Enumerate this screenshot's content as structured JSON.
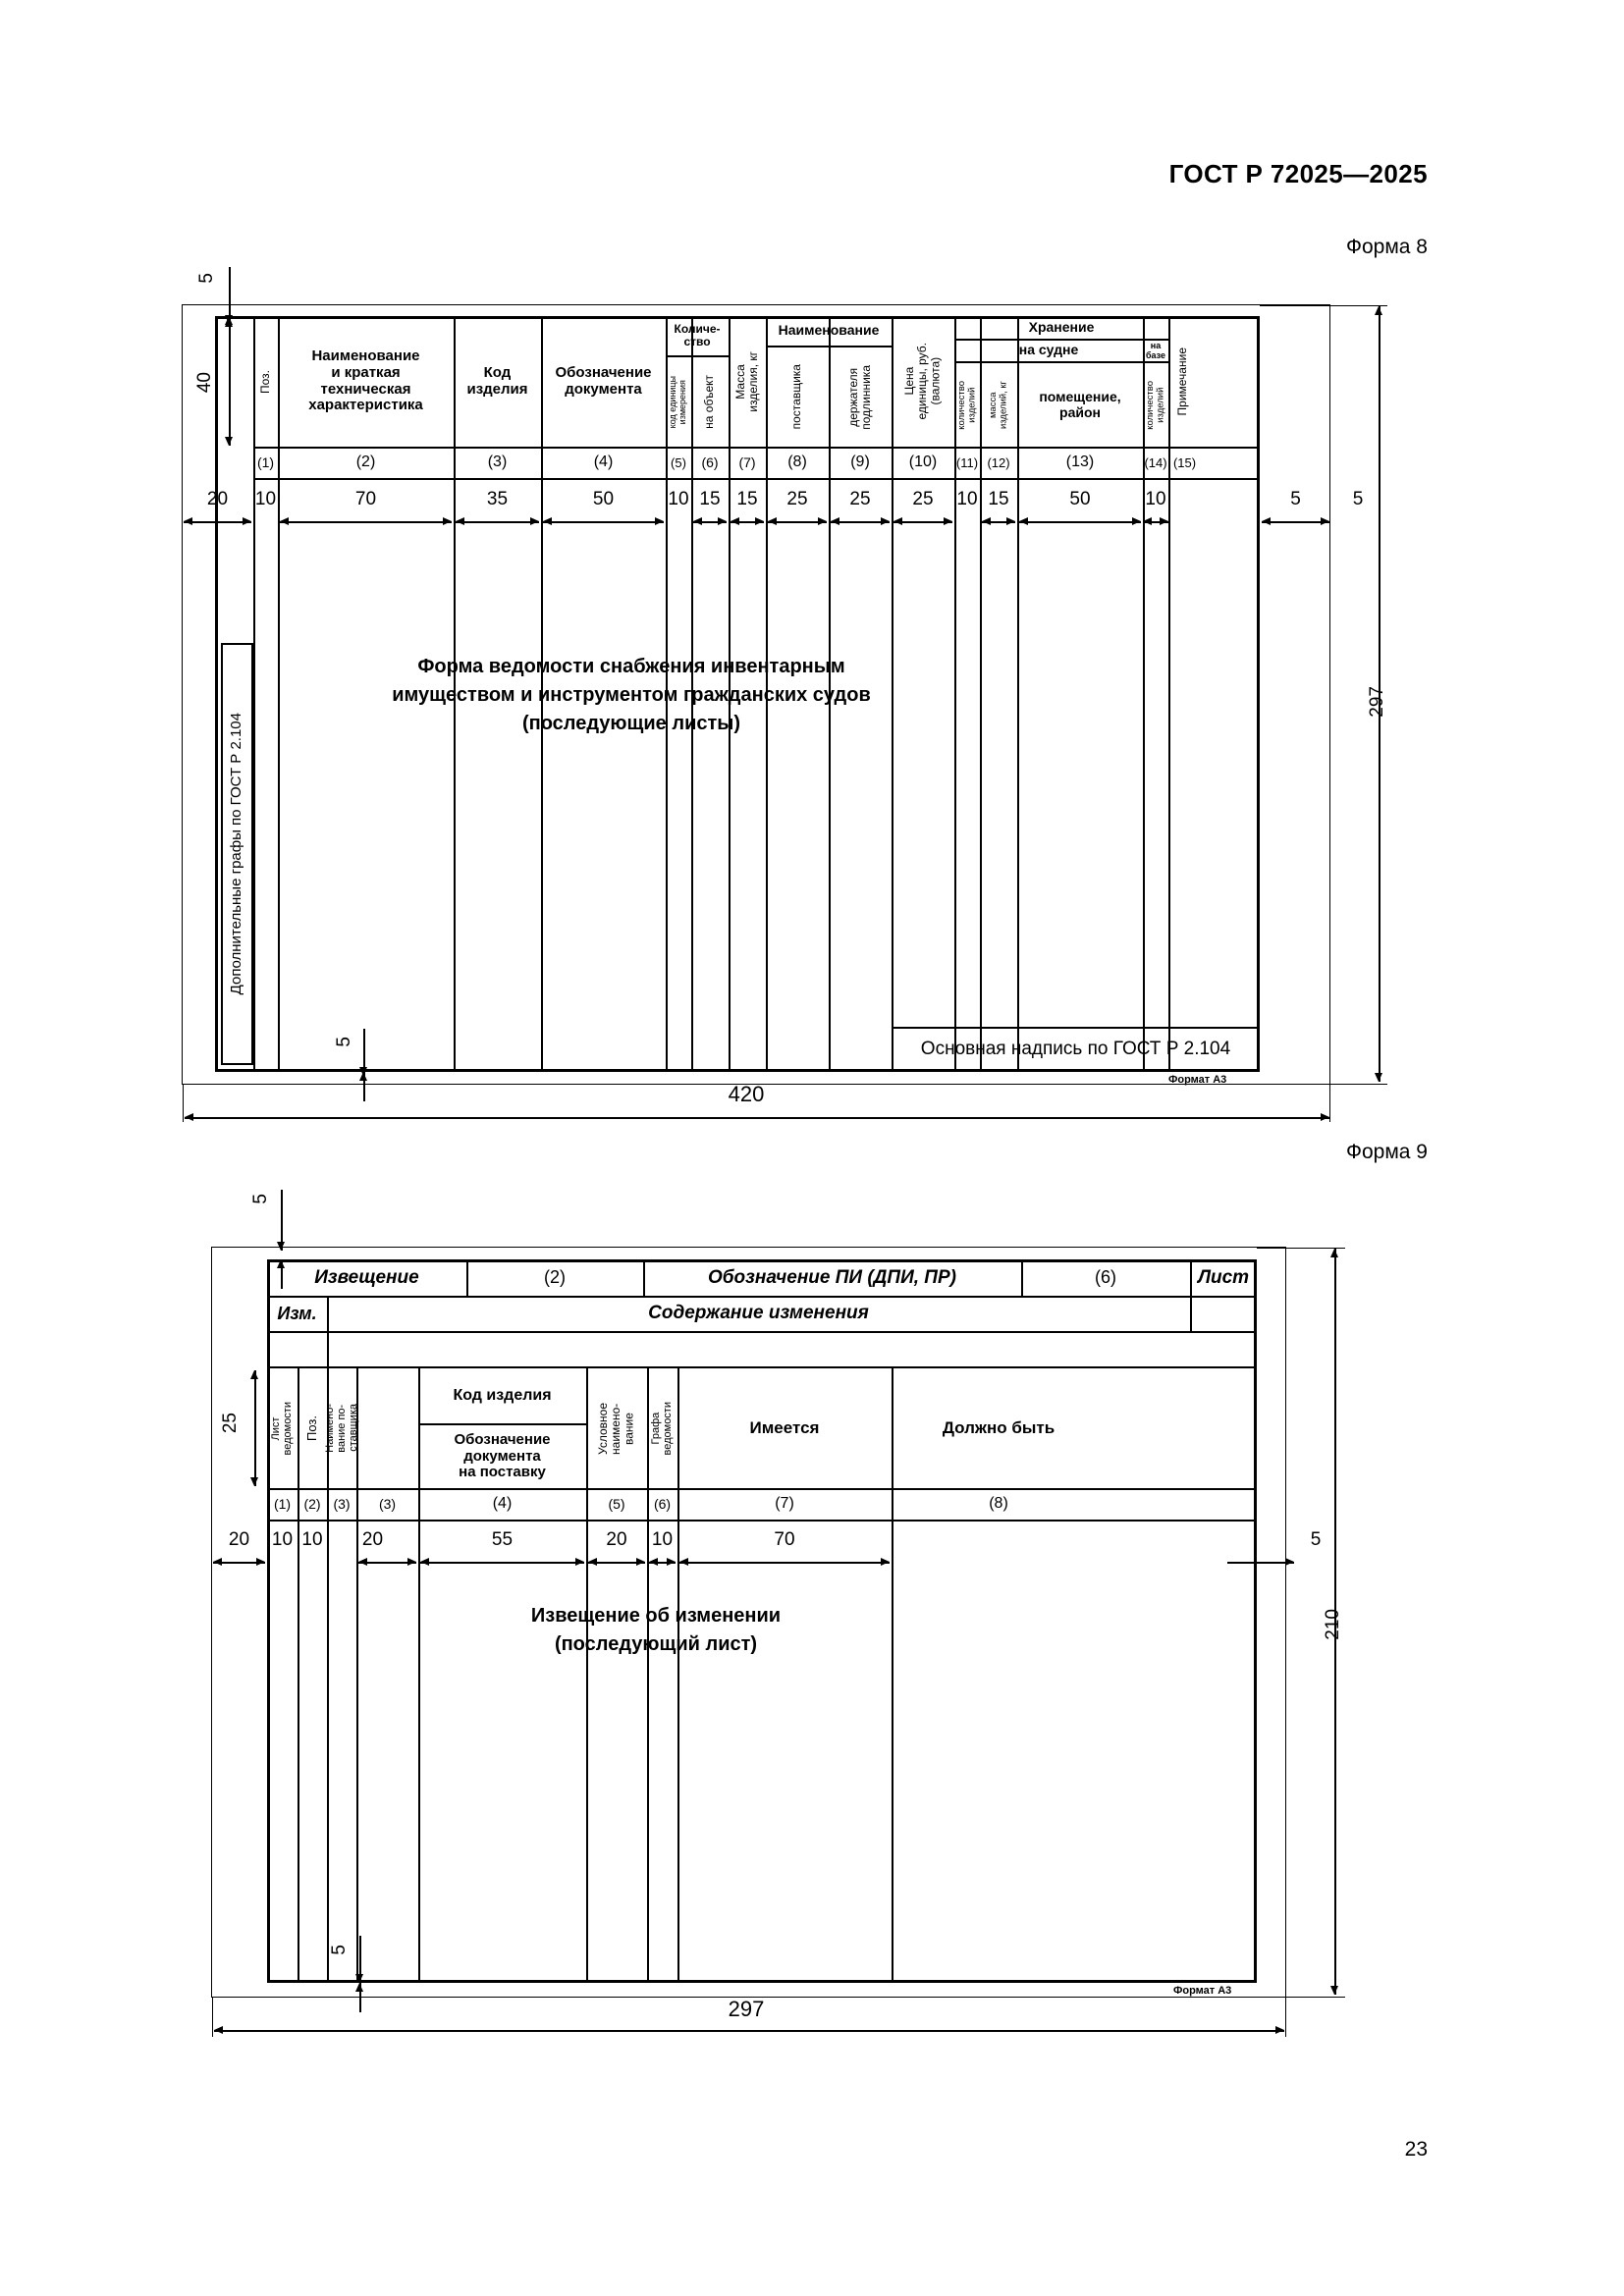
{
  "page": {
    "standard_number": "ГОСТ Р 72025—2025",
    "page_number": "23"
  },
  "form8": {
    "label": "Форма 8",
    "caption": "Форма ведомости снабжения инвентарным\nимуществом и инструментом гражданских судов\n(последующие листы)",
    "side_label": "Дополнительные графы по ГОСТ Р 2.104",
    "title_block_label": "Основная надпись по ГОСТ Р 2.104",
    "sheet_format": "Формат А3",
    "headers": {
      "pos": "Поз.",
      "name_tech": "Наименование\nи краткая\nтехническая\nхарактеристика",
      "product_code": "Код\nизделия",
      "doc_designation": "Обозначение\nдокумента",
      "quantity_group": "Количе-\nство",
      "unit_code": "код единицы\nизмерения",
      "per_object": "на объект",
      "mass": "Масса\nизделия, кг",
      "name_group": "Наименование",
      "supplier": "поставщика",
      "original_holder": "держателя\nподлинника",
      "price": "Цена\nединицы, руб.\n(валюта)",
      "storage_group": "Хранение",
      "on_ship": "на судне",
      "on_base": "на базе",
      "qty_items_ship": "количество\nизделий",
      "mass_items_ship": "масса\nизделий, кг",
      "room_area": "помещение,\nрайон",
      "qty_items_base": "количество\nизделий",
      "remark": "Примечание"
    },
    "column_numbers": [
      "(1)",
      "(2)",
      "(3)",
      "(4)",
      "(5)",
      "(6)",
      "(7)",
      "(8)",
      "(9)",
      "(10)",
      "(11)",
      "(12)",
      "(13)",
      "(14)",
      "(15)"
    ],
    "column_widths": [
      "20",
      "10",
      "70",
      "35",
      "50",
      "10",
      "15",
      "15",
      "25",
      "25",
      "25",
      "10",
      "15",
      "50",
      "10",
      "5"
    ],
    "dim_top": "5",
    "dim_left_block": "40",
    "dim_bottom_offset": "5",
    "dim_height": "297",
    "dim_width": "420"
  },
  "form9": {
    "label": "Форма 9",
    "caption": "Извещение об изменении\n(последующий лист)",
    "sheet_format": "Формат А3",
    "top_row": {
      "notice": "Извещение",
      "field2": "(2)",
      "designation": "Обозначение ПИ (ДПИ, ПР)",
      "field6": "(6)",
      "sheet": "Лист"
    },
    "change_row": {
      "izm": "Изм.",
      "content": "Содержание изменения"
    },
    "headers": {
      "sheet_statement": "Лист\nведомости",
      "pos": "Поз.",
      "supplier_name": "Наимено-\nвание по-\nставщика",
      "product_code": "Код изделия",
      "supply_doc": "Обозначение документа\nна поставку",
      "conditional_name": "Условное\nнаимено-\nвание",
      "statement_column": "Графа\nведомости",
      "available": "Имеется",
      "should_be": "Должно быть"
    },
    "column_numbers": [
      "(1)",
      "(2)",
      "(3)",
      "(4)",
      "(5)",
      "(6)",
      "(7)",
      "(8)"
    ],
    "column_widths": [
      "20",
      "10",
      "10",
      "20",
      "55",
      "20",
      "10",
      "70"
    ],
    "dim_top": "5",
    "dim_left_block": "25",
    "dim_right_offset": "5",
    "dim_bottom_offset": "5",
    "dim_height": "210",
    "dim_width": "297"
  }
}
